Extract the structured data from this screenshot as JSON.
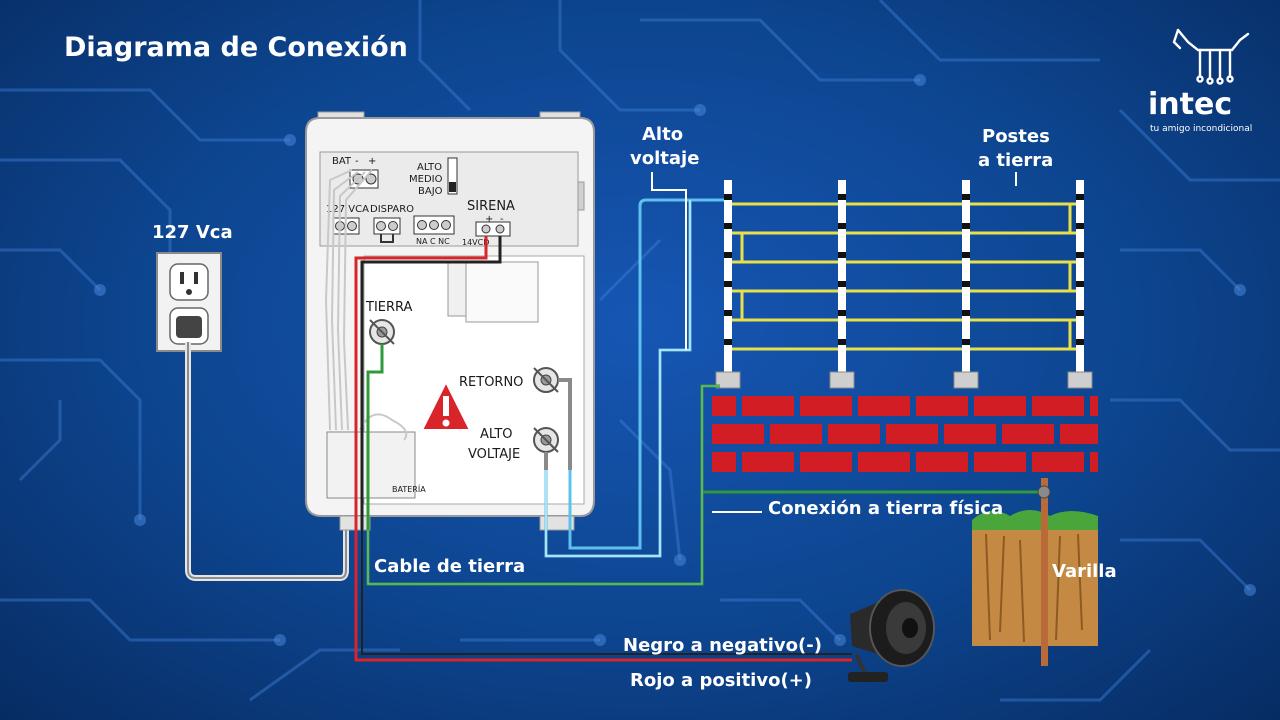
{
  "title": "Diagrama de Conexión",
  "brand": {
    "name": "intec",
    "tagline": "tu amigo incondicional",
    "icon": "dog-circuit-icon"
  },
  "labels": {
    "power": "127 Vca",
    "high_voltage_line1": "Alto",
    "high_voltage_line2": "voltaje",
    "ground_posts_line1": "Postes",
    "ground_posts_line2": "a tierra",
    "ground_connection": "Conexión a tierra física",
    "rod": "Varilla",
    "ground_cable": "Cable de tierra",
    "black_negative": "Negro a negativo(-)",
    "red_positive": "Rojo a positivo(+)"
  },
  "panel": {
    "bat": "BAT",
    "bat_minus": "-",
    "bat_plus": "+",
    "alto": "ALTO",
    "medio": "MEDIO",
    "bajo": "BAJO",
    "vca": "127 VCA",
    "disparo": "DISPARO",
    "na_c_nc": "NA C NC",
    "sirena": "SIRENA",
    "sirena_plus": "+",
    "sirena_minus": "-",
    "vcd": "14VCD",
    "tierra": "TIERRA",
    "retorno": "RETORNO",
    "alto_voltaje_line1": "ALTO",
    "alto_voltaje_line2": "VOLTAJE",
    "bateria": "BATERÍA"
  },
  "colors": {
    "background": "#0d458f",
    "fence_wire": "#e8e04a",
    "brick": "#d31d24",
    "high_voltage_cable": "#5ec0ec",
    "ground_cable": "#2f9a3a",
    "positive_cable": "#d9242a",
    "warning": "#d9242a"
  }
}
